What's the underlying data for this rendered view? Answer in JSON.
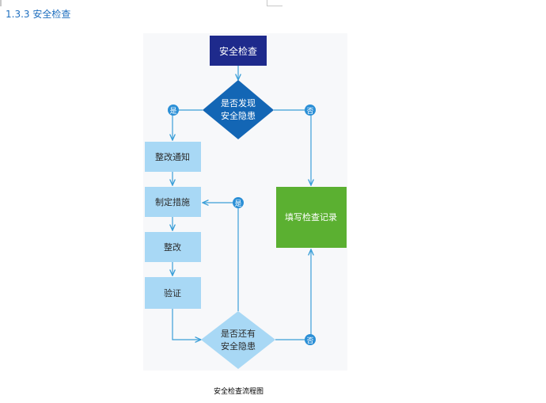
{
  "heading": "1.3.3 安全检查",
  "flowchart": {
    "start_label": "安全检查",
    "decision1_lines": [
      "是否发现",
      "安全隐患"
    ],
    "decision2_lines": [
      "是否还有",
      "安全隐患"
    ],
    "steps": [
      "整改通知",
      "制定措施",
      "整改",
      "验证"
    ],
    "record_label": "填写检查记录",
    "yes_label": "是",
    "no_label": "否"
  },
  "caption": "安全检查流程图",
  "colors": {
    "start": "#1e2a8c",
    "decision1": "#1366b5",
    "decision2": "#a8d8f5",
    "step": "#a8d8f5",
    "record": "#5bb031",
    "line": "#3b9fd8",
    "badge": "#2b8fd6",
    "panel": "#f7f8fa",
    "heading": "#1f6fbf"
  }
}
